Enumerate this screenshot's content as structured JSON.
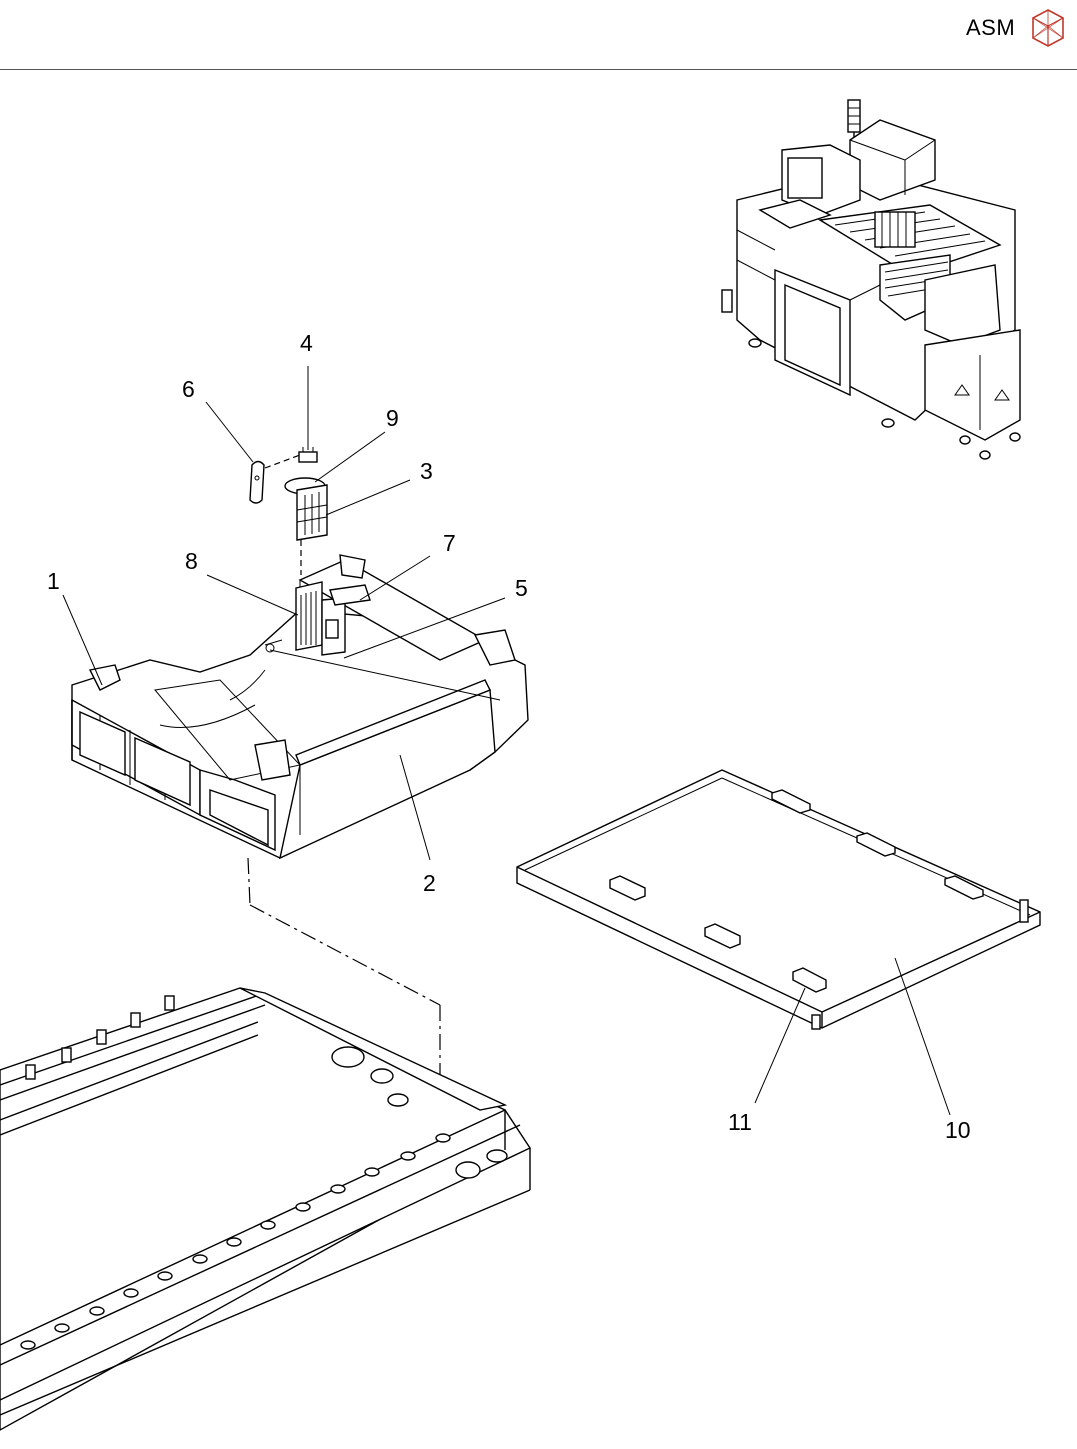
{
  "header": {
    "brand": "ASM"
  },
  "callouts": [
    {
      "id": "1",
      "label": "1"
    },
    {
      "id": "2",
      "label": "2"
    },
    {
      "id": "3",
      "label": "3"
    },
    {
      "id": "4",
      "label": "4"
    },
    {
      "id": "5",
      "label": "5"
    },
    {
      "id": "6",
      "label": "6"
    },
    {
      "id": "7",
      "label": "7"
    },
    {
      "id": "8",
      "label": "8"
    },
    {
      "id": "9",
      "label": "9"
    },
    {
      "id": "10",
      "label": "10"
    },
    {
      "id": "11",
      "label": "11"
    }
  ],
  "icons": {
    "logo": "asm-cube-logo-icon"
  }
}
